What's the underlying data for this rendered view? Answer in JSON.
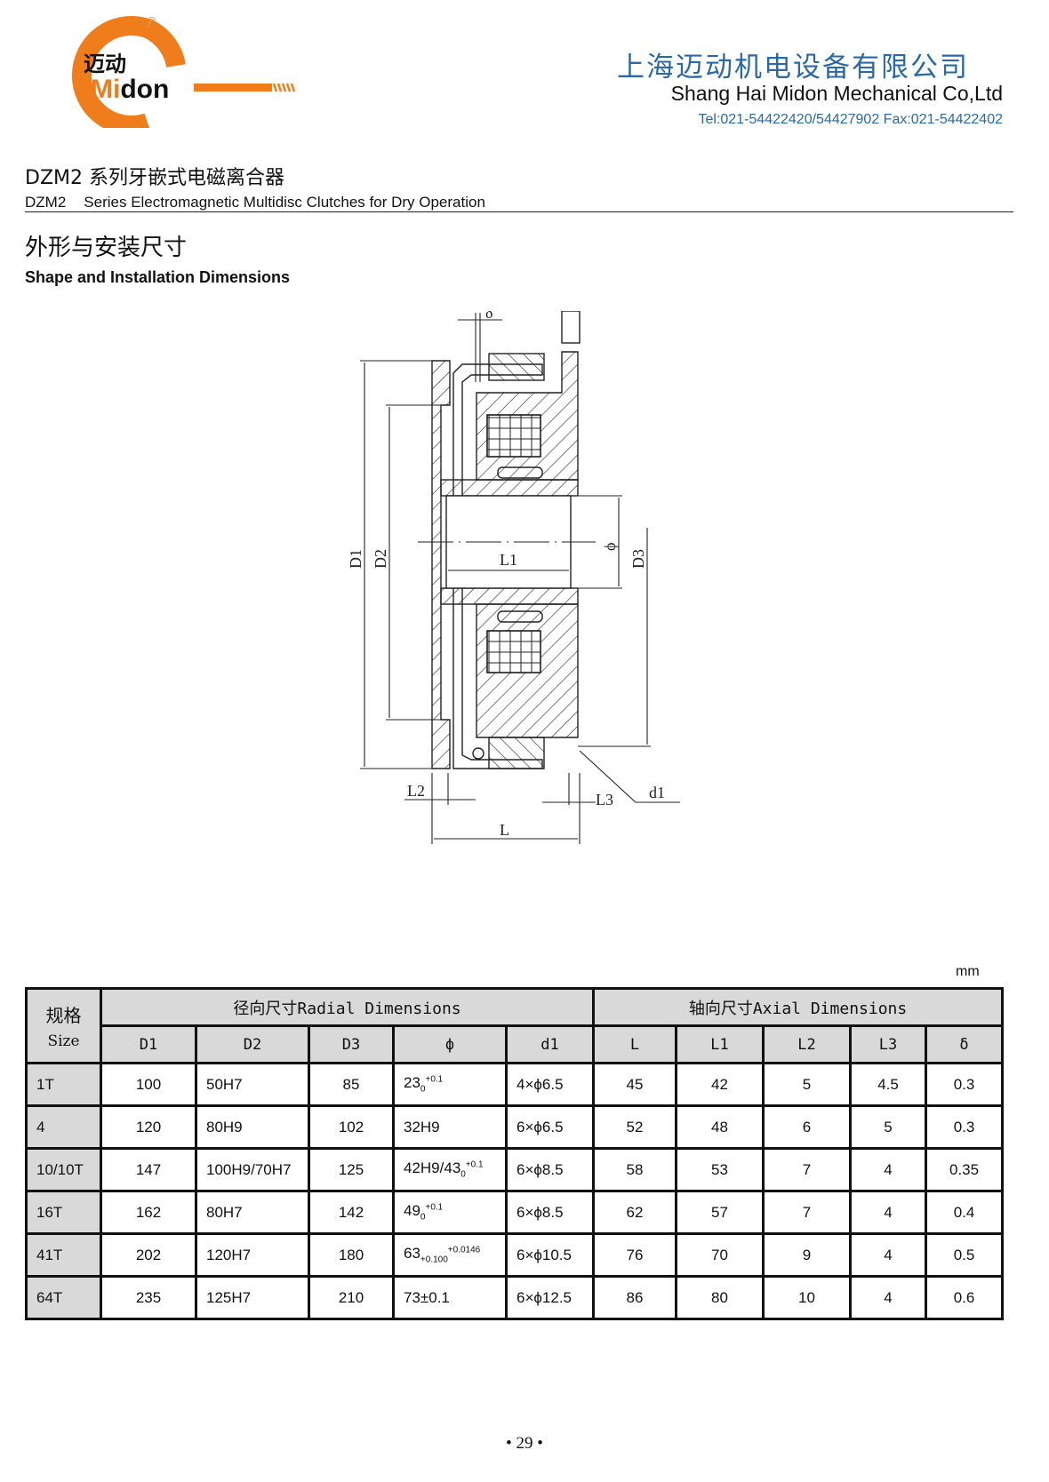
{
  "header": {
    "logo": {
      "cn": "迈动",
      "brand": "Midon",
      "registered": "®"
    },
    "company_cn": "上海迈动机电设备有限公司",
    "company_en": "Shang Hai Midon Mechanical Co,Ltd",
    "contact": "Tel:021-54422420/54427902 Fax:021-54422402",
    "brand_color": "#f07d1c",
    "accent_color": "#2a69a8"
  },
  "title": {
    "series_cn": "DZM2 系列牙嵌式电磁离合器",
    "series_model": "DZM2",
    "series_en": "Series Electromagnetic Multidisc Clutches for Dry Operation",
    "section_cn": "外形与安装尺寸",
    "section_en": "Shape  and Installation Dimensions"
  },
  "drawing": {
    "labels": {
      "delta": "δ",
      "D1": "D1",
      "D2": "D2",
      "D3": "D3",
      "phi": "ϕ",
      "L": "L",
      "L1": "L1",
      "L2": "L2",
      "L3": "L3",
      "d1": "d1"
    }
  },
  "table": {
    "unit": "mm",
    "size_cn": "规格",
    "size_en": "Size",
    "radial_group": "径向尺寸Radial Dimensions",
    "axial_group": "轴向尺寸Axial Dimensions",
    "columns": [
      "D1",
      "D2",
      "D3",
      "ϕ",
      "d1",
      "L",
      "L1",
      "L2",
      "L3",
      "δ"
    ],
    "rows": [
      {
        "size": "1T",
        "D1": "100",
        "D2": "50H7",
        "D3": "85",
        "phi": {
          "base": "23",
          "sub": "0",
          "sup": "+0.1"
        },
        "d1": "4×ϕ6.5",
        "L": "45",
        "L1": "42",
        "L2": "5",
        "L3": "4.5",
        "delta": "0.3"
      },
      {
        "size": "4",
        "D1": "120",
        "D2": "80H9",
        "D3": "102",
        "phi": {
          "base": "32H9",
          "sub": "",
          "sup": ""
        },
        "d1": "6×ϕ6.5",
        "L": "52",
        "L1": "48",
        "L2": "6",
        "L3": "5",
        "delta": "0.3"
      },
      {
        "size": "10/10T",
        "D1": "147",
        "D2": "100H9/70H7",
        "D3": "125",
        "phi": {
          "base": "42H9/43",
          "sub": "0",
          "sup": "+0.1"
        },
        "d1": "6×ϕ8.5",
        "L": "58",
        "L1": "53",
        "L2": "7",
        "L3": "4",
        "delta": "0.35"
      },
      {
        "size": "16T",
        "D1": "162",
        "D2": "80H7",
        "D3": "142",
        "phi": {
          "base": "49",
          "sub": "0",
          "sup": "+0.1"
        },
        "d1": "6×ϕ8.5",
        "L": "62",
        "L1": "57",
        "L2": "7",
        "L3": "4",
        "delta": "0.4"
      },
      {
        "size": "41T",
        "D1": "202",
        "D2": "120H7",
        "D3": "180",
        "phi": {
          "base": "63",
          "sub": "+0.100",
          "sup": "+0.0146"
        },
        "d1": "6×ϕ10.5",
        "L": "76",
        "L1": "70",
        "L2": "9",
        "L3": "4",
        "delta": "0.5"
      },
      {
        "size": "64T",
        "D1": "235",
        "D2": "125H7",
        "D3": "210",
        "phi": {
          "base": "73±0.1",
          "sub": "",
          "sup": ""
        },
        "d1": "6×ϕ12.5",
        "L": "86",
        "L1": "80",
        "L2": "10",
        "L3": "4",
        "delta": "0.6"
      }
    ]
  },
  "footer": {
    "page": "• 29 •"
  }
}
